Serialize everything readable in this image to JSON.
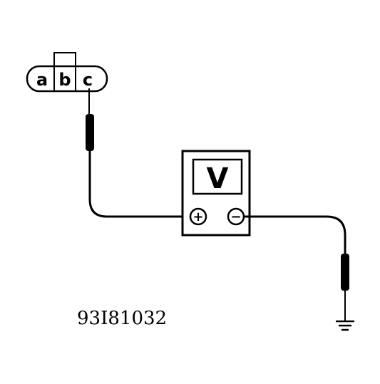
{
  "connector": {
    "pins": [
      "a",
      "b",
      "c"
    ]
  },
  "meter": {
    "symbol": "V",
    "positive_label": "+",
    "negative_label": "−"
  },
  "figure_id": "93I81032",
  "icons": {
    "ground": "ground-symbol-icon",
    "probe": "test-probe-icon"
  },
  "colors": {
    "ink": "#000000",
    "paper": "#ffffff"
  }
}
